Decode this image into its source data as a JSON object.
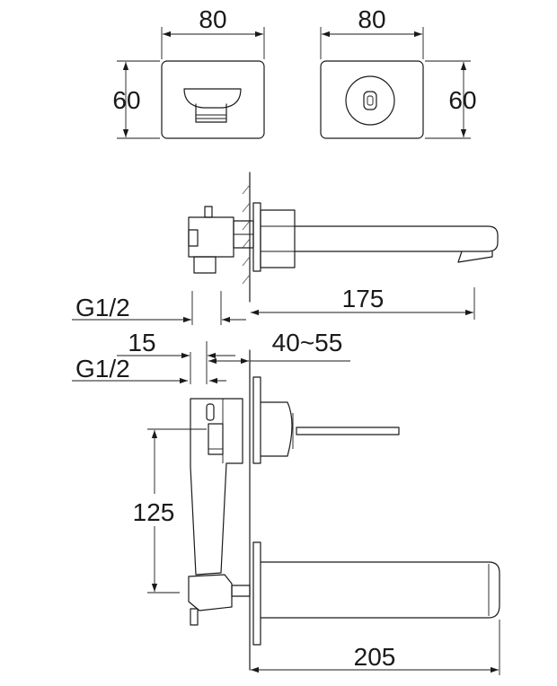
{
  "dimensions": {
    "plate_width_left": "80",
    "plate_height_left": "60",
    "plate_width_right": "80",
    "plate_height_right": "60",
    "thread_upper": "G1/2",
    "spout_length": "175",
    "offset": "15",
    "wall_depth": "40~55",
    "thread_lower": "G1/2",
    "height": "125",
    "spout_projection": "205"
  }
}
